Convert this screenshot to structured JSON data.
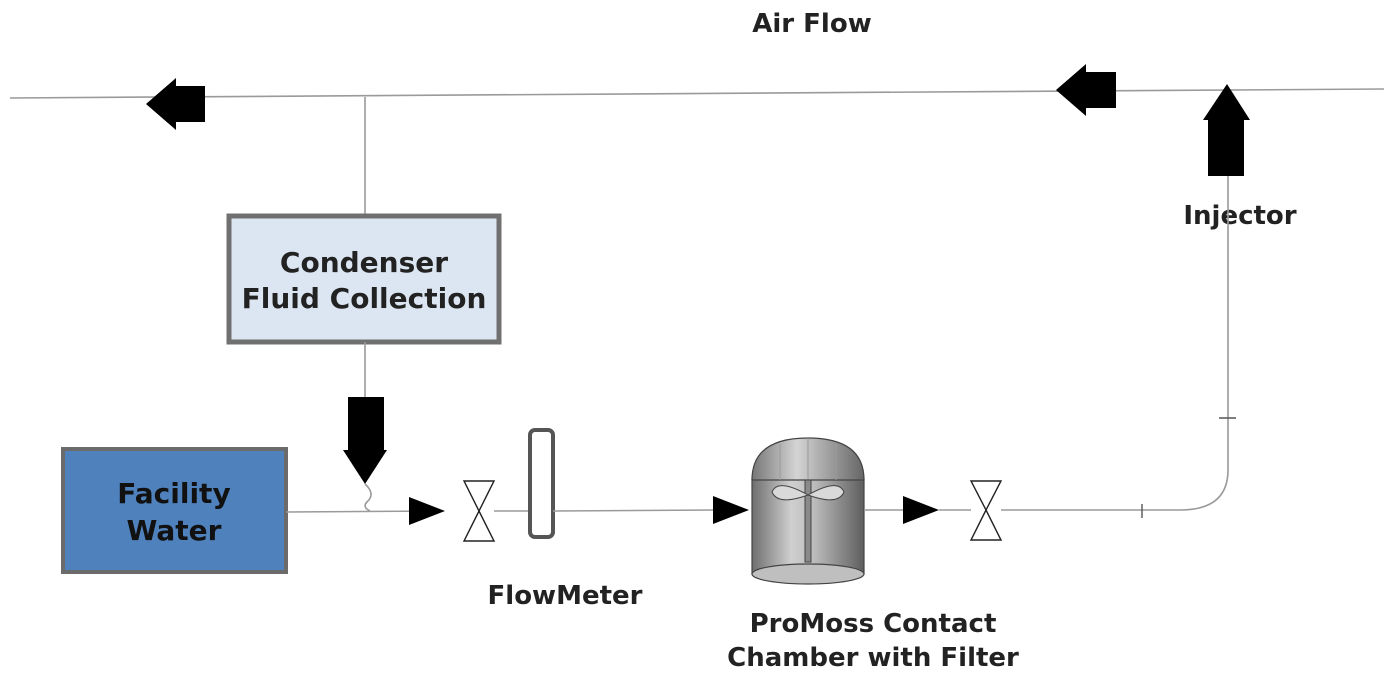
{
  "labels": {
    "air_flow": "Air Flow",
    "injector": "Injector",
    "flowmeter": "FlowMeter",
    "contact_chamber_line1": "ProMoss Contact",
    "contact_chamber_line2": "Chamber with Filter"
  },
  "condenser_box": {
    "line1": "Condenser",
    "line2": "Fluid Collection"
  },
  "facility_water_box": {
    "line1": "Facility",
    "line2": "Water"
  },
  "colors": {
    "condenser_fill": "#dce6f2",
    "condenser_border": "#707070",
    "facility_fill": "#4f81bd",
    "facility_border": "#6b6b6b",
    "arrow": "#000000",
    "pipe": "#9a9a9a"
  }
}
